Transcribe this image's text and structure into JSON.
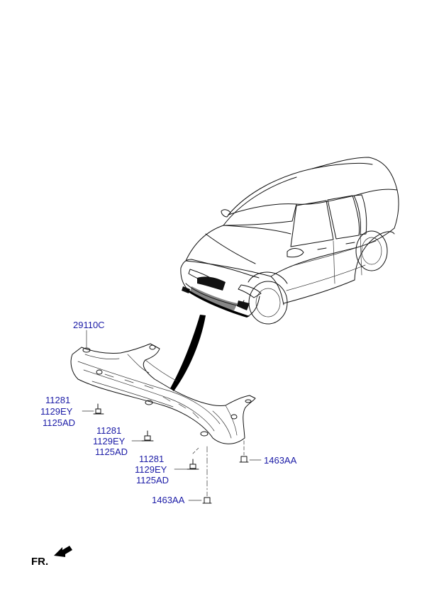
{
  "parts": {
    "cover": "29110C",
    "group1": [
      "11281",
      "1129EY",
      "1125AD"
    ],
    "group2": [
      "11281",
      "1129EY",
      "1125AD"
    ],
    "group3": [
      "11281",
      "1129EY",
      "1125AD"
    ],
    "clip_right": "1463AA",
    "clip_bottom": "1463AA"
  },
  "direction_label": "FR.",
  "colors": {
    "label": "#1a1aa6",
    "line": "#111111"
  },
  "icons": {
    "direction": "forward-arrow-icon"
  }
}
